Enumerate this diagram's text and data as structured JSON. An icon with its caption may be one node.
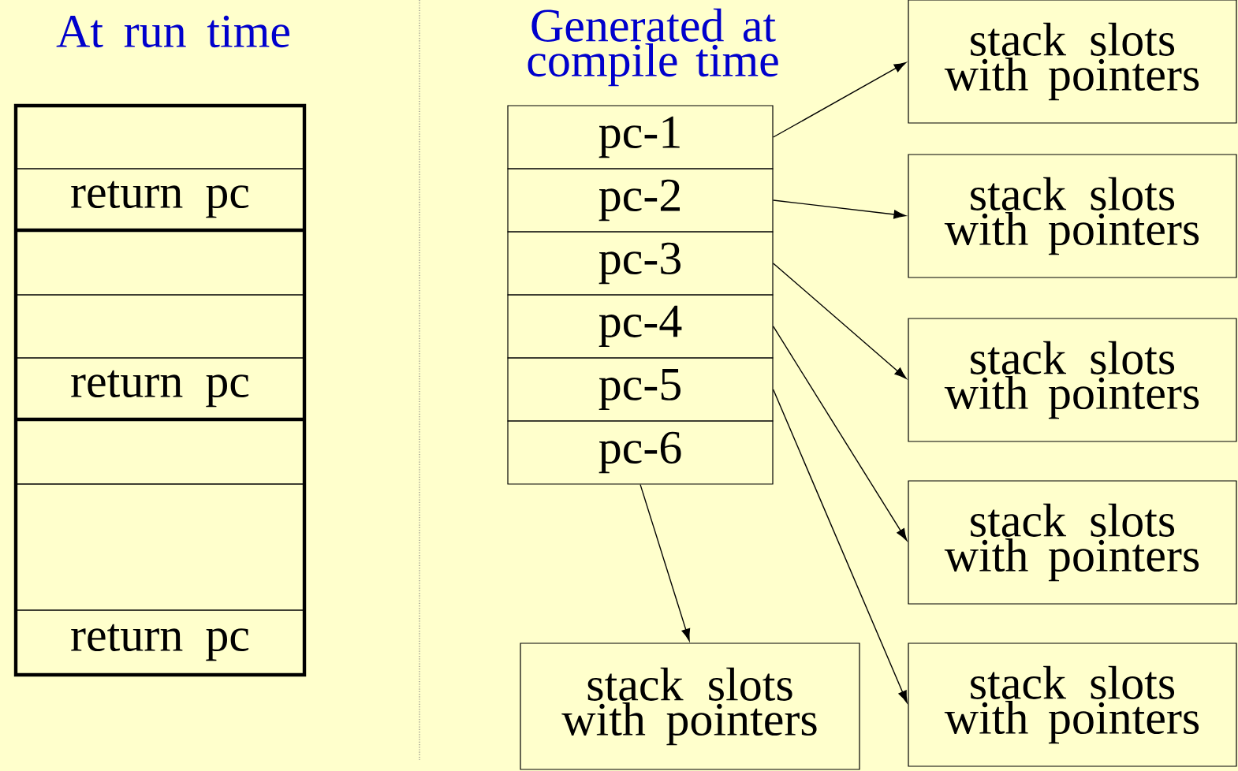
{
  "diagram": {
    "nodes": [
      {
        "text": [],
        "shape": "box"
      },
      {
        "text": [
          "return pc"
        ]
      },
      {
        "text": [],
        "shape": "box"
      },
      {
        "text": [],
        "shape": "box"
      },
      {
        "text": [
          "return pc"
        ]
      },
      {
        "text": [],
        "shape": "box"
      },
      {
        "text": [],
        "shape": "box"
      },
      {
        "text": [
          "return pc"
        ]
      },
      {
        "text": [
          "pc-1"
        ]
      },
      {
        "text": [
          "pc-2"
        ]
      },
      {
        "text": [
          "pc-3"
        ]
      },
      {
        "text": [
          "pc-4"
        ]
      },
      {
        "text": [
          "pc-5"
        ]
      },
      {
        "text": [
          "pc-6"
        ]
      },
      {
        "text": [
          "stack slots with pointers"
        ]
      },
      {
        "text": [
          "stack slots with pointers"
        ]
      },
      {
        "text": [
          "stack slots with pointers"
        ]
      },
      {
        "text": [
          "stack slots with pointers"
        ]
      },
      {
        "text": [
          "stack slots with pointers"
        ]
      },
      {
        "text": [
          "stack slots with pointers"
        ]
      }
    ],
    "edges": [
      {
        "from": 8,
        "to": 14,
        "arrow": "to"
      },
      {
        "from": 9,
        "to": 15,
        "arrow": "to"
      },
      {
        "from": 10,
        "to": 16,
        "arrow": "to"
      },
      {
        "from": 11,
        "to": 17,
        "arrow": "to"
      },
      {
        "from": 12,
        "to": 18,
        "arrow": "to"
      },
      {
        "from": 13,
        "to": 19,
        "arrow": "to"
      }
    ],
    "labels": [
      "At run time",
      "Generated at compile time"
    ]
  }
}
